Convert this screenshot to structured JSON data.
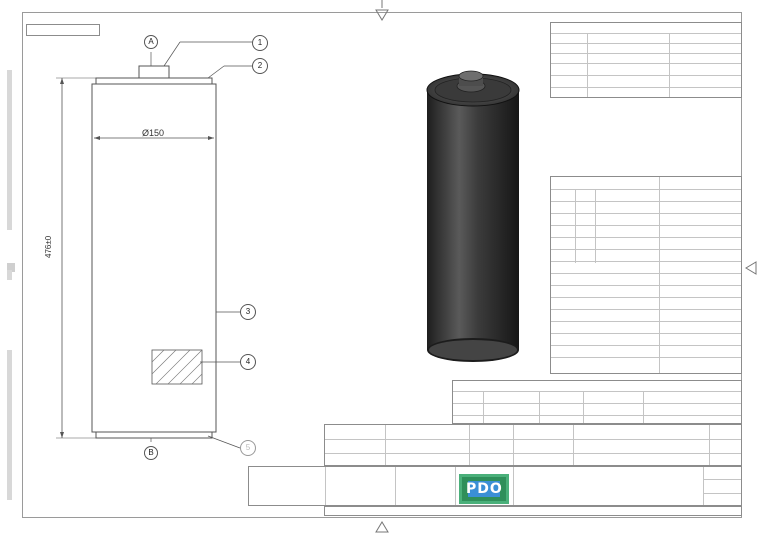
{
  "drawing": {
    "scale_label": "",
    "diameter_label": "Ø150",
    "length_label": "476±0",
    "view_markers": [
      "A",
      "B"
    ],
    "balloons": [
      "1",
      "2",
      "3",
      "4",
      "5"
    ],
    "logo_text": "PDO"
  },
  "colors": {
    "line": "#555555",
    "frame": "#9a9a9a",
    "cylinder_dark": "#2a2a2a",
    "cylinder_mid": "#4a4a4a",
    "logo_green": "#2f8f5a",
    "logo_blue": "#3a8fd6"
  }
}
